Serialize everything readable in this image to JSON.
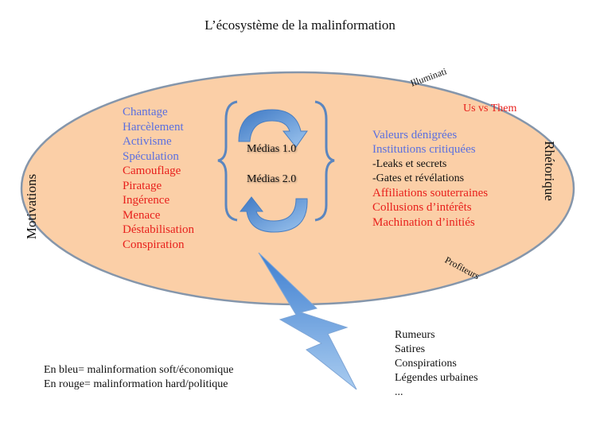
{
  "title": "L’écosystème de la malinformation",
  "side_labels": {
    "left": "Motivations",
    "right": "Rhétorique"
  },
  "edge_labels": {
    "top": "Illuminati",
    "bottom": "Profiteurs"
  },
  "us_vs_them": "Us vs Them",
  "media": [
    "Médias 1.0",
    "Médias 2.0"
  ],
  "motivations": [
    {
      "text": "Chantage",
      "color": "blue"
    },
    {
      "text": "Harcèlement",
      "color": "blue"
    },
    {
      "text": "Activisme",
      "color": "blue"
    },
    {
      "text": "Spéculation",
      "color": "blue"
    },
    {
      "text": "Camouflage",
      "color": "red"
    },
    {
      "text": "Piratage",
      "color": "red"
    },
    {
      "text": "Ingérence",
      "color": "red"
    },
    {
      "text": "Menace",
      "color": "red"
    },
    {
      "text": "Déstabilisation",
      "color": "red"
    },
    {
      "text": "Conspiration",
      "color": "red"
    }
  ],
  "rhetoric": [
    {
      "text": "Valeurs dénigrées",
      "color": "blue"
    },
    {
      "text": "Institutions critiquées",
      "color": "blue"
    },
    {
      "text": "-Leaks et secrets",
      "color": "black"
    },
    {
      "text": "-Gates et révélations",
      "color": "black"
    },
    {
      "text": "Affiliations souterraines",
      "color": "red"
    },
    {
      "text": "Collusions d’intérêts",
      "color": "red"
    },
    {
      "text": "Machination d’initiés",
      "color": "red"
    }
  ],
  "outputs": [
    "Rumeurs",
    "Satires",
    "Conspirations",
    "Légendes urbaines",
    "..."
  ],
  "legend": [
    "En bleu= malinformation soft/économique",
    "En rouge= malinformation hard/politique"
  ],
  "colors": {
    "ellipse_fill": "#fbcfa7",
    "ellipse_stroke": "#8596ab",
    "blue_text": "#5a6fe0",
    "red_text": "#e8201c",
    "arrow_blue": "#5b95d6"
  }
}
